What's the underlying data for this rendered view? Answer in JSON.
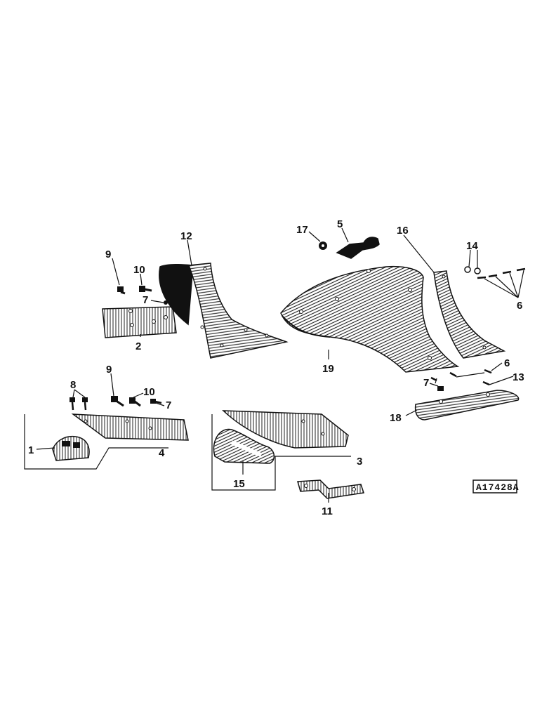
{
  "drawing": {
    "reference_code": "A17428A",
    "callouts": {
      "c1": "1",
      "c2": "2",
      "c3": "3",
      "c4": "4",
      "c5": "5",
      "c6a": "6",
      "c6b": "6",
      "c7a": "7",
      "c7b": "7",
      "c8": "8",
      "c9a": "9",
      "c9b": "9",
      "c10a": "10",
      "c10b": "10",
      "c11": "11",
      "c12": "12",
      "c13": "13",
      "c14": "14",
      "c15": "15",
      "c16": "16",
      "c17": "17",
      "c18": "18",
      "c19": "19"
    }
  }
}
